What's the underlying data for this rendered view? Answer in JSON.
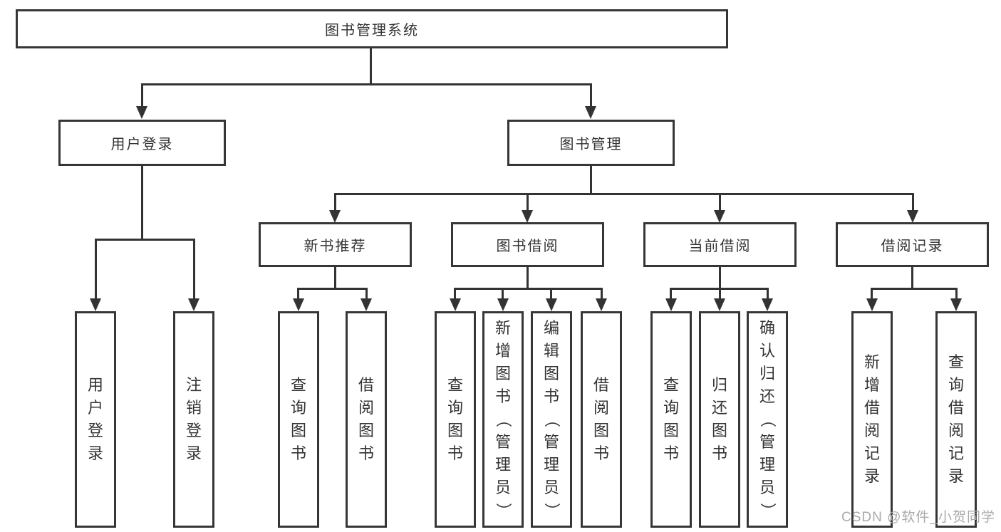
{
  "root": {
    "label": "图书管理系统"
  },
  "level2": [
    {
      "label": "用户登录"
    },
    {
      "label": "图书管理"
    }
  ],
  "level3": [
    {
      "label": "新书推荐"
    },
    {
      "label": "图书借阅"
    },
    {
      "label": "当前借阅"
    },
    {
      "label": "借阅记录"
    }
  ],
  "leaves": {
    "user": [
      {
        "label": "用户登录"
      },
      {
        "label": "注销登录"
      }
    ],
    "recommend": [
      {
        "label": "查询图书"
      },
      {
        "label": "借阅图书"
      }
    ],
    "borrow": [
      {
        "label": "查询图书"
      },
      {
        "label": "新增图书（管理员）"
      },
      {
        "label": "编辑图书（管理员）"
      },
      {
        "label": "借阅图书"
      }
    ],
    "current": [
      {
        "label": "查询图书"
      },
      {
        "label": "归还图书"
      },
      {
        "label": "确认归还（管理员）"
      }
    ],
    "records": [
      {
        "label": "新增借阅记录"
      },
      {
        "label": "查询借阅记录"
      }
    ]
  },
  "watermark": {
    "text": "CSDN @软件_小贺同学"
  },
  "colors": {
    "line": "#333333",
    "box_border": "#363636",
    "box_bg": "#ffffff",
    "watermark": "#aaaaaa"
  }
}
